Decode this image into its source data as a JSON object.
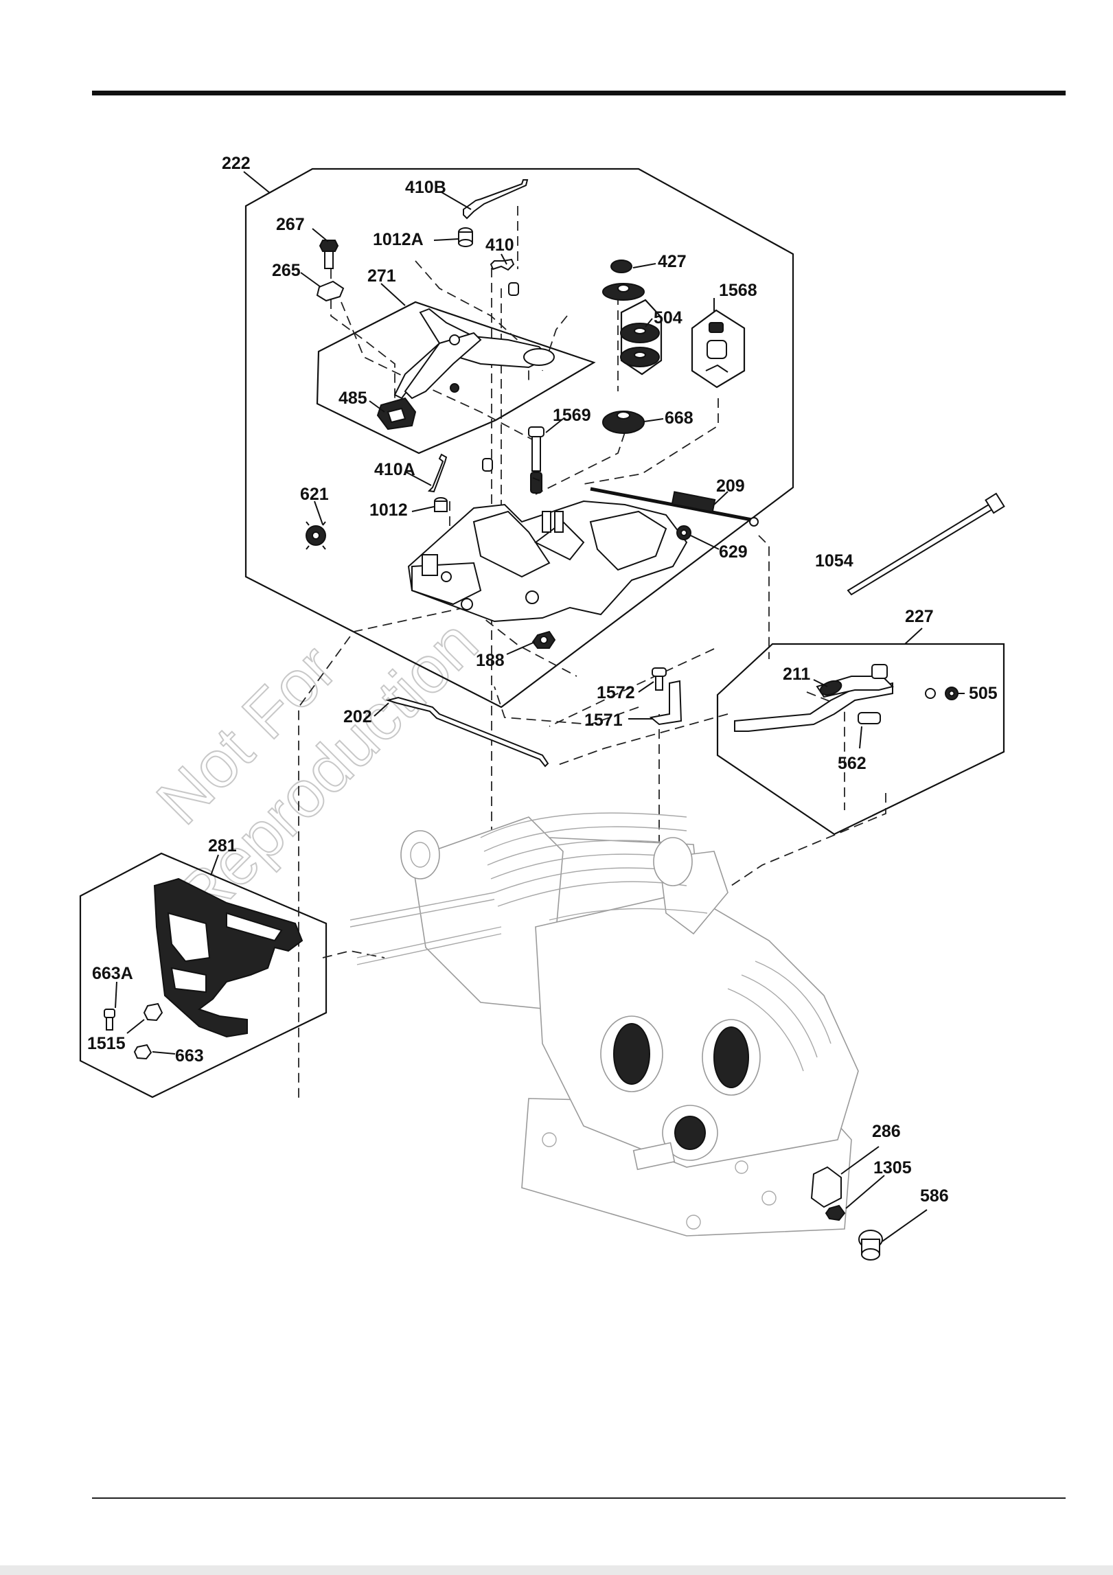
{
  "watermark": {
    "line1": "Not For",
    "line2": "Reproduction"
  },
  "callouts": [
    {
      "id": "222",
      "text": "222"
    },
    {
      "id": "410B",
      "text": "410B"
    },
    {
      "id": "267",
      "text": "267"
    },
    {
      "id": "1012A",
      "text": "1012A"
    },
    {
      "id": "410",
      "text": "410"
    },
    {
      "id": "427",
      "text": "427"
    },
    {
      "id": "265",
      "text": "265"
    },
    {
      "id": "271",
      "text": "271"
    },
    {
      "id": "1568",
      "text": "1568"
    },
    {
      "id": "504",
      "text": "504"
    },
    {
      "id": "485",
      "text": "485"
    },
    {
      "id": "1569",
      "text": "1569"
    },
    {
      "id": "668",
      "text": "668"
    },
    {
      "id": "410A",
      "text": "410A"
    },
    {
      "id": "209",
      "text": "209"
    },
    {
      "id": "621",
      "text": "621"
    },
    {
      "id": "1012",
      "text": "1012"
    },
    {
      "id": "629",
      "text": "629"
    },
    {
      "id": "1054",
      "text": "1054"
    },
    {
      "id": "227",
      "text": "227"
    },
    {
      "id": "188",
      "text": "188"
    },
    {
      "id": "211",
      "text": "211"
    },
    {
      "id": "1572",
      "text": "1572"
    },
    {
      "id": "505",
      "text": "505"
    },
    {
      "id": "202",
      "text": "202"
    },
    {
      "id": "1571",
      "text": "1571"
    },
    {
      "id": "562",
      "text": "562"
    },
    {
      "id": "281",
      "text": "281"
    },
    {
      "id": "663A",
      "text": "663A"
    },
    {
      "id": "1515",
      "text": "1515"
    },
    {
      "id": "663",
      "text": "663"
    },
    {
      "id": "286",
      "text": "286"
    },
    {
      "id": "1305",
      "text": "1305"
    },
    {
      "id": "586",
      "text": "586"
    }
  ]
}
